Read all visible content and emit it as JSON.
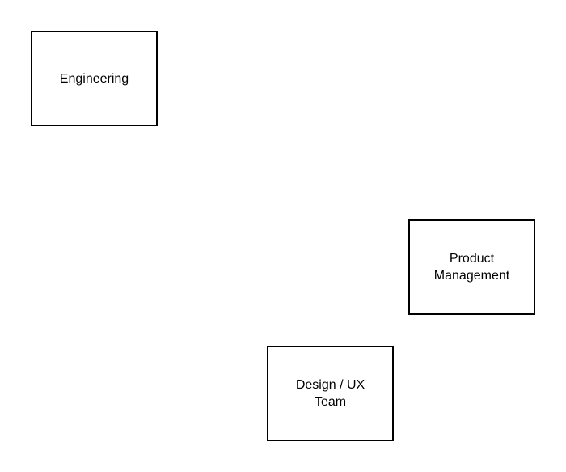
{
  "diagram": {
    "nodes": [
      {
        "id": "engineering",
        "label": "Engineering"
      },
      {
        "id": "product-management",
        "label": "Product Management"
      },
      {
        "id": "design-ux-team",
        "label": "Design / UX Team"
      }
    ]
  }
}
